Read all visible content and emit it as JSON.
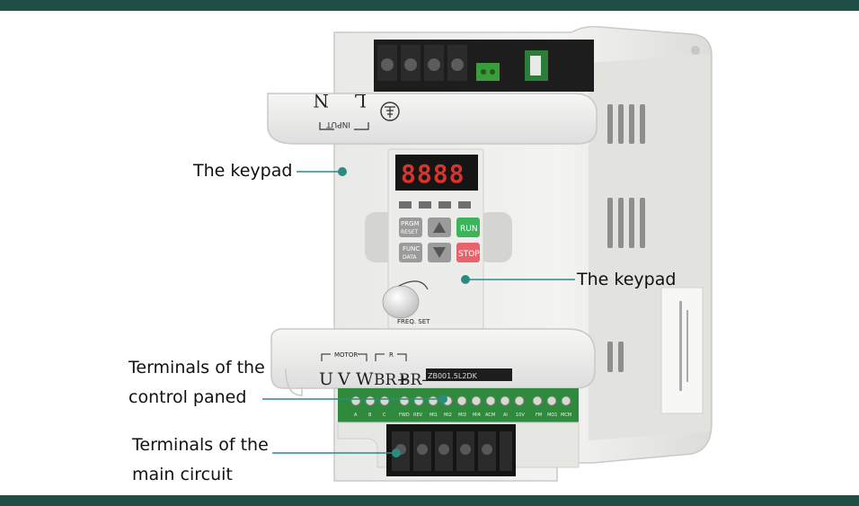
{
  "colors": {
    "frame_bar": "#1f4e45",
    "leader": "#2a8c80",
    "run_key": "#3cb45a",
    "stop_key": "#e8636c",
    "display": "#d8342c"
  },
  "device": {
    "input_label": "INPUT",
    "input_l": "L",
    "input_n": "N",
    "ground_symbol": "ground-icon",
    "display_digits": "8888",
    "keys": {
      "prgm": "PRGM",
      "reset": "RESET",
      "func": "FUNC",
      "data": "DATA",
      "run": "RUN",
      "stop": "STOP",
      "freq_set": "FREQ. SET"
    },
    "motor_label": "MOTOR",
    "r_label": "R",
    "output_terminals": [
      "U",
      "V",
      "W",
      "BR+",
      "BR-"
    ],
    "pcb_code": "ZB001.5L2DK",
    "control_terminal_labels": [
      "A",
      "B",
      "C",
      "FWD",
      "REV",
      "MI1",
      "MI2",
      "MI3",
      "MI4",
      "ACM",
      "AI",
      "10V",
      "FM",
      "MO1",
      "MCM"
    ]
  },
  "callouts": {
    "keypad_left": "The keypad",
    "keypad_right": "The keypad",
    "control_line1": "Terminals of the",
    "control_line2": "control paned",
    "main_line1": "Terminals of the",
    "main_line2": "main circuit"
  }
}
